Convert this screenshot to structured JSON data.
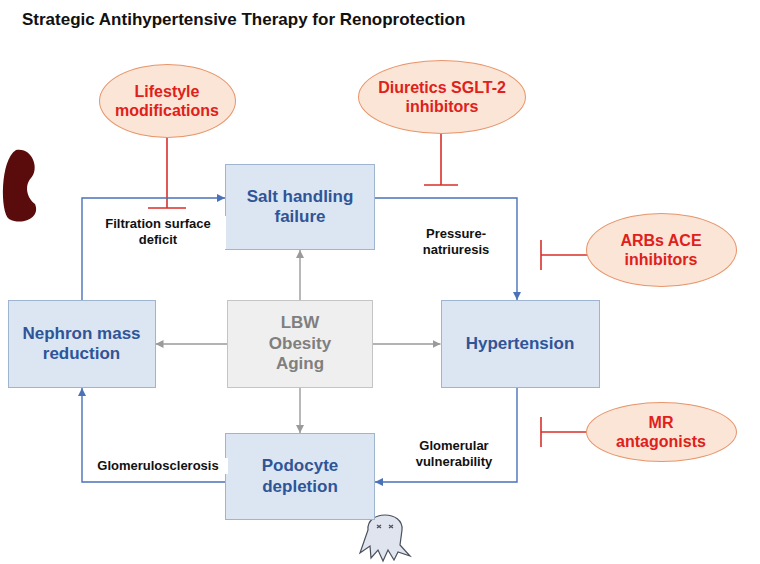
{
  "diagram": {
    "title": "Strategic Antihypertensive Therapy for Renoprotection",
    "nodes": [
      {
        "text": [
          "Lifestyle modifications"
        ]
      },
      {
        "text": [
          "Diuretics SGLT-2 inhibitors"
        ]
      },
      {
        "text": [
          "Salt handling failure"
        ]
      },
      {
        "text": [
          "ARBs ACE inhibitors"
        ]
      },
      {
        "text": [
          "Nephron mass reduction"
        ]
      },
      {
        "text": [
          "LBW Obesity Aging"
        ]
      },
      {
        "text": [
          "Hypertension"
        ]
      },
      {
        "text": [
          "MR antagonists"
        ]
      },
      {
        "text": [
          "Podocyte depletion"
        ]
      }
    ],
    "edges": [
      {
        "from": 4,
        "to": 2,
        "arrow": "to",
        "label": "Filtration surface deficit"
      },
      {
        "from": 2,
        "to": 6,
        "arrow": "to",
        "label": "Pressure-natriuresis"
      },
      {
        "from": 6,
        "to": 8,
        "arrow": "to",
        "label": "Glomerular vulnerability"
      },
      {
        "from": 8,
        "to": 4,
        "arrow": "to",
        "label": "Glomerulosclerosis"
      },
      {
        "from": 5,
        "to": 2,
        "arrow": "to"
      },
      {
        "from": 5,
        "to": 4,
        "arrow": "to"
      },
      {
        "from": 5,
        "to": 6,
        "arrow": "to"
      },
      {
        "from": 5,
        "to": 8,
        "arrow": "to"
      }
    ]
  }
}
